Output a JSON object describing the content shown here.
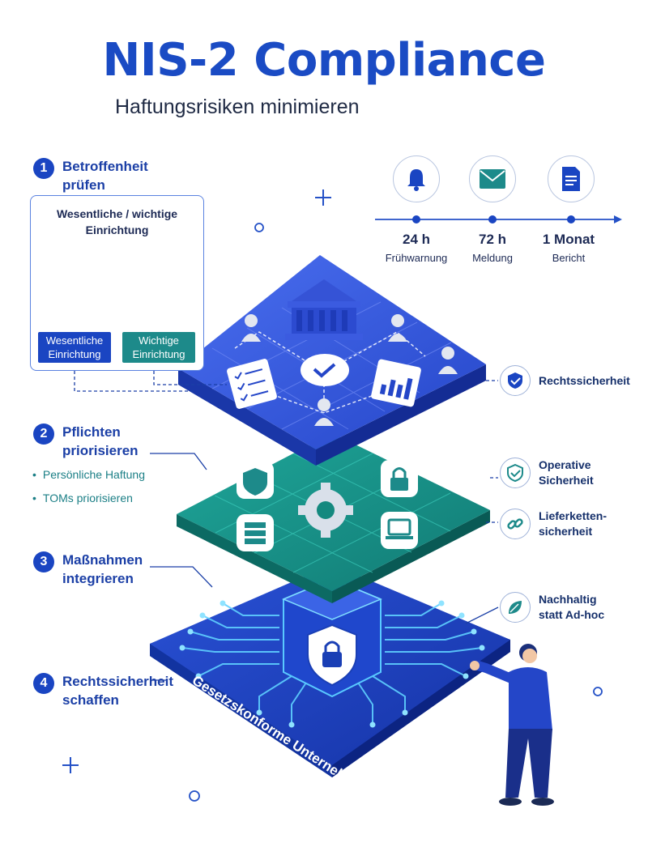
{
  "header": {
    "title": "NIS-2 Compliance",
    "subtitle": "Haftungsrisiken minimieren"
  },
  "steps": [
    {
      "num": "1",
      "label": "Betroffenheit prüfen"
    },
    {
      "num": "2",
      "label": "Pflichten priorisieren"
    },
    {
      "num": "3",
      "label": "Maßnahmen integrieren"
    },
    {
      "num": "4",
      "label": "Rechtssicherheit schaffen"
    }
  ],
  "entity_box": {
    "title": "Wesentliche / wichtige Einrichtung",
    "tag_essential": "Wesentliche Einrichtung",
    "tag_important": "Wichtige Einrichtung"
  },
  "duties": [
    "Persönliche Haftung",
    "TOMs priorisieren"
  ],
  "timeline": [
    {
      "value": "24 h",
      "label": "Frühwarnung",
      "icon": "bell-icon"
    },
    {
      "value": "72 h",
      "label": "Meldung",
      "icon": "mail-icon"
    },
    {
      "value": "1 Monat",
      "label": "Bericht",
      "icon": "document-icon"
    }
  ],
  "benefits": [
    {
      "label": "Rechtssicherheit",
      "icon": "shield-check-icon"
    },
    {
      "label": "Operative Sicherheit",
      "icon": "shield-check-icon"
    },
    {
      "label": "Lieferketten-sicherheit",
      "icon": "chain-link-icon"
    },
    {
      "label": "Nachhaltig statt Ad-hoc",
      "icon": "leaf-icon"
    }
  ],
  "base_label": "Gesetzskonforme Unternehmensstruktur",
  "colors": {
    "primary": "#1a45c2",
    "teal": "#1d8a8a",
    "layer_top": "#2f55d4",
    "layer_mid": "#14897f",
    "layer_base": "#1c3fb8"
  }
}
